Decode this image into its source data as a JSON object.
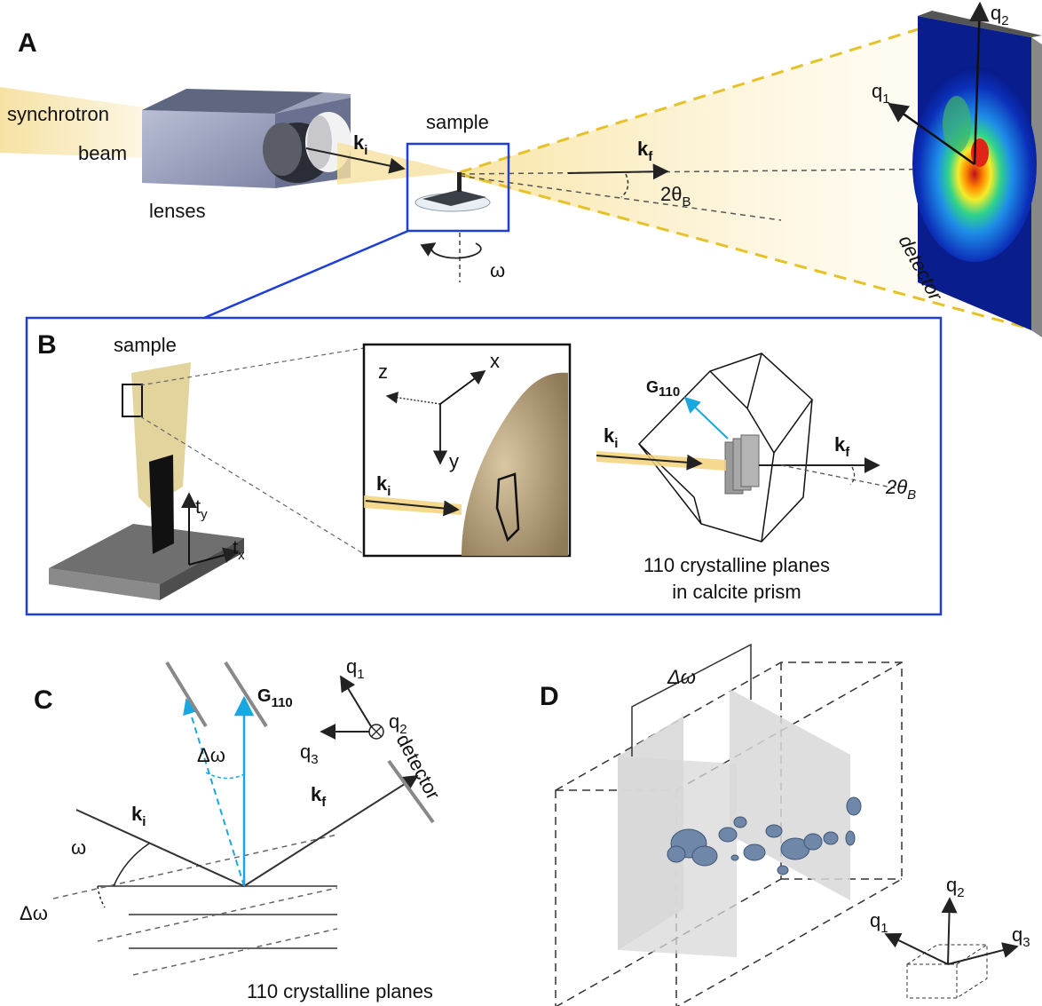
{
  "panels": {
    "a": {
      "letter": "A",
      "synchrotron": "synchrotron",
      "beam": "beam",
      "lenses": "lenses",
      "sample": "sample",
      "k": "k",
      "i": "i",
      "f": "f",
      "two_theta": "2θ",
      "theta_sub": "B",
      "omega": "ω",
      "detector": "detector",
      "q": "q",
      "q1_sub": "1",
      "q2_sub": "2"
    },
    "b": {
      "letter": "B",
      "sample": "sample",
      "t": "t",
      "ty_sub": "y",
      "tx_sub": "x",
      "axis_x": "x",
      "axis_y": "y",
      "axis_z": "z",
      "k": "k",
      "i": "i",
      "f": "f",
      "G": "G",
      "G_sub": "110",
      "two_theta": "2θ",
      "theta_sub": "B",
      "caption_line1": "110 crystalline planes",
      "caption_line2": "in calcite prism"
    },
    "c": {
      "letter": "C",
      "G": "G",
      "G_sub": "110",
      "delta_omega": "Δω",
      "omega": "ω",
      "k": "k",
      "i": "i",
      "f": "f",
      "detector": "detector",
      "q": "q",
      "q1_sub": "1",
      "q2_sub": "2",
      "q3_sub": "3",
      "caption": "110 crystalline planes"
    },
    "d": {
      "letter": "D",
      "delta_omega": "Δω",
      "q": "q",
      "q1_sub": "1",
      "q2_sub": "2",
      "q3_sub": "3"
    }
  },
  "colors": {
    "box_blue": "#1f3fd6",
    "beam_yellow": "#f3d27a",
    "g_vector_cyan": "#19a7e0",
    "grain_blue": "#6f87a8",
    "slab_gray": "#d8d8d8"
  }
}
